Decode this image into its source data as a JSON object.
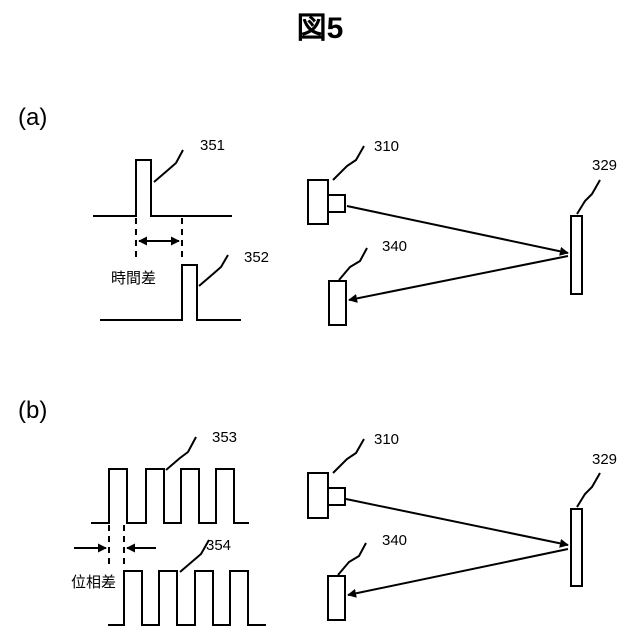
{
  "title": "図5",
  "panels": [
    {
      "label": "(a)",
      "signal_refs": [
        "351",
        "352"
      ],
      "difference_label": "時間差",
      "device_refs": {
        "emitter": "310",
        "receiver": "340",
        "target": "329"
      }
    },
    {
      "label": "(b)",
      "signal_refs": [
        "353",
        "354"
      ],
      "difference_label": "位相差",
      "device_refs": {
        "emitter": "310",
        "receiver": "340",
        "target": "329"
      }
    }
  ],
  "colors": {
    "line": "#000000",
    "background": "#ffffff"
  }
}
